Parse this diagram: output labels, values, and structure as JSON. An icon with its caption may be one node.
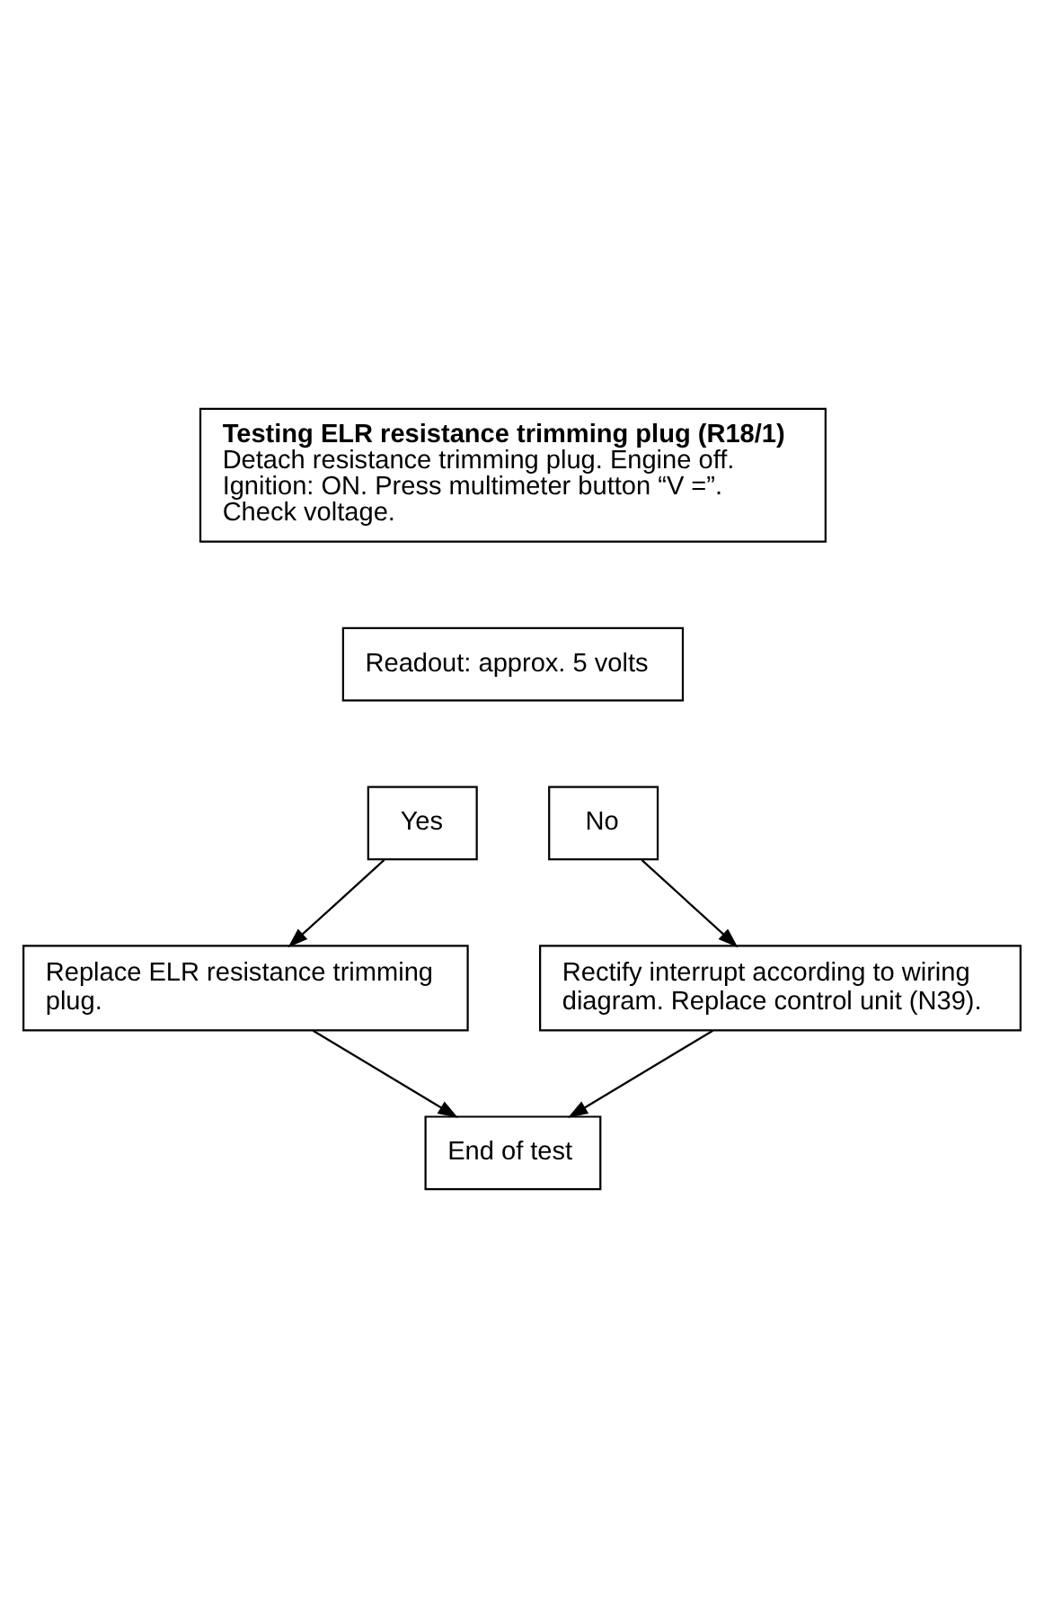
{
  "diagram": {
    "nodes": [
      {
        "text": [
          "Testing ELR resistance trimming plug (R18/1)",
          "Detach resistance trimming plug. Engine off. Ignition: ON. Press multimeter button “V =”. Check voltage."
        ]
      },
      {
        "text": [
          "Readout: approx. 5 volts"
        ]
      },
      {
        "text": [
          "Yes"
        ]
      },
      {
        "text": [
          "No"
        ]
      },
      {
        "text": [
          "Rectify interrupt according to wiring diagram. Replace control unit (N39)."
        ]
      },
      {
        "text": [
          "Replace ELR resistance trimming plug."
        ]
      },
      {
        "text": [
          "End of test"
        ]
      }
    ],
    "edges": [
      {
        "from": 2,
        "to": 5,
        "arrow": "to"
      },
      {
        "from": 3,
        "to": 4,
        "arrow": "to"
      },
      {
        "from": 5,
        "to": 6,
        "arrow": "to"
      },
      {
        "from": 4,
        "to": 6,
        "arrow": "to"
      }
    ]
  }
}
